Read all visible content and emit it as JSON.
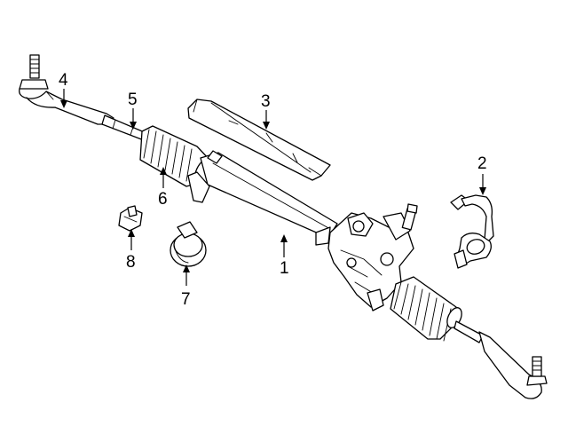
{
  "callouts": [
    {
      "label": "1",
      "part": "steering-gear-rack"
    },
    {
      "label": "2",
      "part": "sensor"
    },
    {
      "label": "3",
      "part": "heat-shield"
    },
    {
      "label": "4",
      "part": "outer-tie-rod"
    },
    {
      "label": "5",
      "part": "inner-tie-rod"
    },
    {
      "label": "6",
      "part": "boot"
    },
    {
      "label": "7",
      "part": "clamp"
    },
    {
      "label": "8",
      "part": "clamp-small"
    }
  ],
  "colors": {
    "line": "#000000",
    "background": "#ffffff"
  }
}
